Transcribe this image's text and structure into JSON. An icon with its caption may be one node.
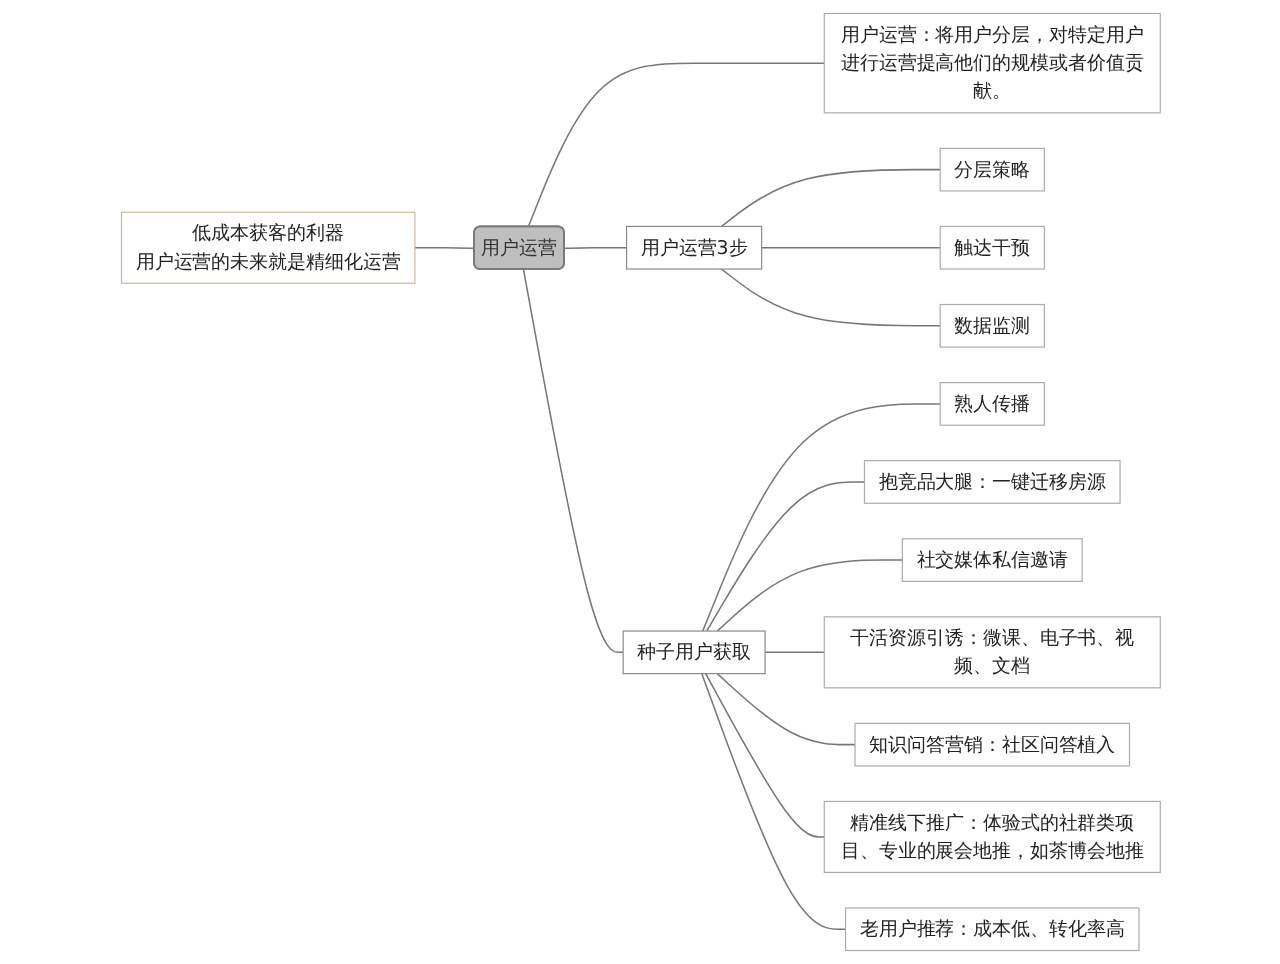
{
  "diagram": {
    "nodes": [
      {
        "text": [
          "低成本获客的利器",
          "用户运营的未来就是精细化运营"
        ]
      },
      {
        "text": [
          "用户运营"
        ]
      },
      {
        "text": [
          "用户运营：将用户分层，对特定用户进行运营提高他们的规模或者价值贡献。"
        ]
      },
      {
        "text": [
          "用户运营3步"
        ]
      },
      {
        "text": [
          "分层策略"
        ]
      },
      {
        "text": [
          "触达干预"
        ]
      },
      {
        "text": [
          "数据监测"
        ]
      },
      {
        "text": [
          "种子用户获取"
        ]
      },
      {
        "text": [
          "熟人传播"
        ]
      },
      {
        "text": [
          "抱竞品大腿：一键迁移房源"
        ]
      },
      {
        "text": [
          "社交媒体私信邀请"
        ]
      },
      {
        "text": [
          "干活资源引诱：微课、电子书、视频、文档"
        ]
      },
      {
        "text": [
          "知识问答营销：社区问答植入"
        ]
      },
      {
        "text": [
          "精准线下推广：体验式的社群类项目、专业的展会地推，如茶博会地推"
        ]
      },
      {
        "text": [
          "老用户推荐：成本低、转化率高"
        ]
      }
    ],
    "edges": [
      {
        "from": 0,
        "to": 1,
        "arrow": "none"
      },
      {
        "from": 1,
        "to": 2,
        "arrow": "none"
      },
      {
        "from": 1,
        "to": 3,
        "arrow": "none"
      },
      {
        "from": 3,
        "to": 4,
        "arrow": "none"
      },
      {
        "from": 3,
        "to": 5,
        "arrow": "none"
      },
      {
        "from": 3,
        "to": 6,
        "arrow": "none"
      },
      {
        "from": 1,
        "to": 7,
        "arrow": "none"
      },
      {
        "from": 7,
        "to": 8,
        "arrow": "none"
      },
      {
        "from": 7,
        "to": 9,
        "arrow": "none"
      },
      {
        "from": 7,
        "to": 10,
        "arrow": "none"
      },
      {
        "from": 7,
        "to": 11,
        "arrow": "none"
      },
      {
        "from": 7,
        "to": 12,
        "arrow": "none"
      },
      {
        "from": 7,
        "to": 13,
        "arrow": "none"
      },
      {
        "from": 7,
        "to": 14,
        "arrow": "none"
      }
    ]
  }
}
